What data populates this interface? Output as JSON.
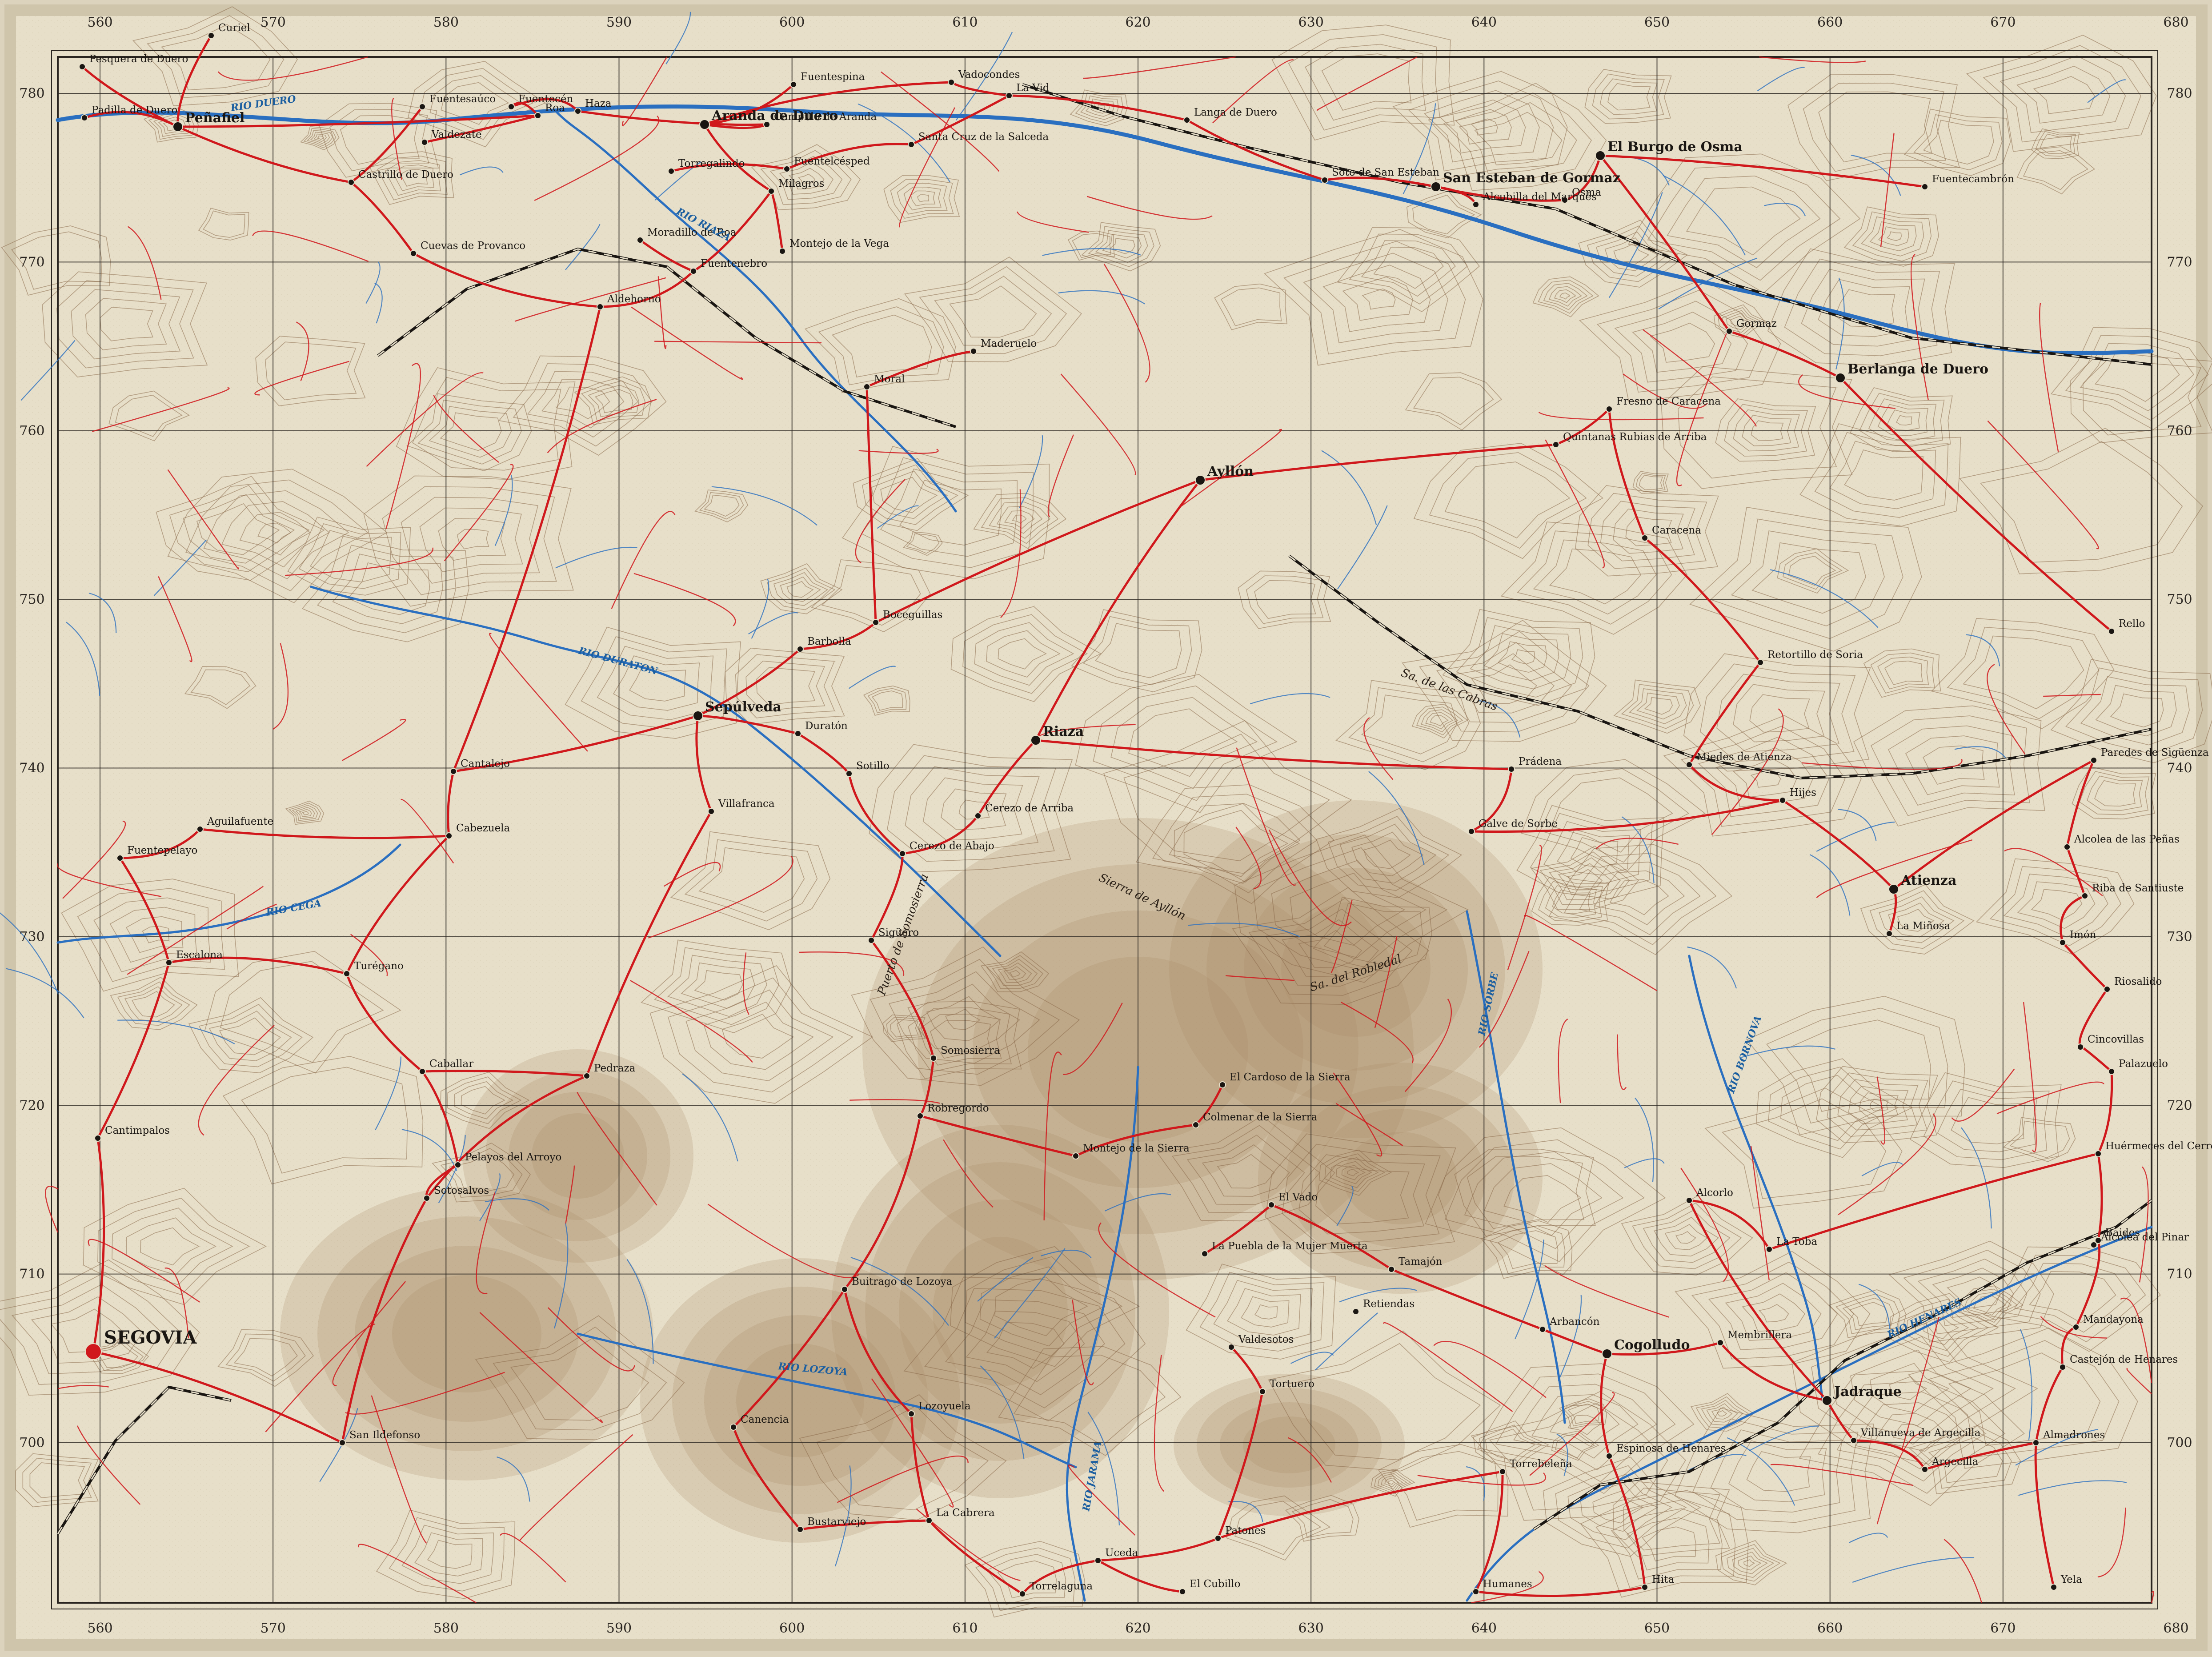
{
  "map": {
    "colors": {
      "paper": "#e7dfc9",
      "paper_edge": "#cfc5ab",
      "grid": "#2a2520",
      "road": "#d0181c",
      "river": "#2a6fc0",
      "contour": "#8a6a4a",
      "relief": "#a88763",
      "railway": "#1a1612",
      "text": "#1a1612"
    },
    "x_ticks": [
      "560",
      "570",
      "580",
      "590",
      "600",
      "610",
      "620",
      "630",
      "640",
      "650",
      "660",
      "670",
      "680"
    ],
    "y_ticks": [
      "780",
      "770",
      "760",
      "750",
      "740",
      "730",
      "720",
      "710",
      "700"
    ],
    "towns": [
      {
        "id": "segovia",
        "name": "SEGOVIA",
        "cls": "capital"
      },
      {
        "id": "penafiel",
        "name": "Peñafiel",
        "cls": "major"
      },
      {
        "id": "aranda",
        "name": "Aranda de Duero",
        "cls": "major"
      },
      {
        "id": "burgo",
        "name": "El Burgo de Osma",
        "cls": "major"
      },
      {
        "id": "sanesteban",
        "name": "San Esteban de Gormaz",
        "cls": "major"
      },
      {
        "id": "ayllon",
        "name": "Ayllón",
        "cls": "major"
      },
      {
        "id": "sepulveda",
        "name": "Sepúlveda",
        "cls": "major"
      },
      {
        "id": "riaza",
        "name": "Riaza",
        "cls": "major"
      },
      {
        "id": "atienza",
        "name": "Atienza",
        "cls": "major"
      },
      {
        "id": "cogolludo",
        "name": "Cogolludo",
        "cls": "major"
      },
      {
        "id": "jadraque",
        "name": "Jadraque",
        "cls": "major"
      },
      {
        "id": "berlanga",
        "name": "Berlanga de Duero",
        "cls": "major"
      },
      {
        "id": "langa",
        "name": "Langa de Duero"
      },
      {
        "id": "lavid",
        "name": "La Vid"
      },
      {
        "id": "roa",
        "name": "Roa"
      },
      {
        "id": "curiel",
        "name": "Curiel"
      },
      {
        "id": "pesquera",
        "name": "Pesquera de Duero"
      },
      {
        "id": "padilla",
        "name": "Padilla de Duero"
      },
      {
        "id": "castrillo",
        "name": "Castrillo de Duero"
      },
      {
        "id": "cuevas",
        "name": "Cuevas de Provanco"
      },
      {
        "id": "fuentesauco",
        "name": "Fuentesaúco"
      },
      {
        "id": "fuentecen",
        "name": "Fuentecén"
      },
      {
        "id": "haza",
        "name": "Haza"
      },
      {
        "id": "campillo",
        "name": "Campillo de Aranda"
      },
      {
        "id": "milagros",
        "name": "Milagros"
      },
      {
        "id": "torregalindo",
        "name": "Torregalindo"
      },
      {
        "id": "fuentelcesped",
        "name": "Fuentelcésped"
      },
      {
        "id": "santacruz",
        "name": "Santa Cruz de la Salceda"
      },
      {
        "id": "fuentespina",
        "name": "Fuentespina"
      },
      {
        "id": "vadocondes",
        "name": "Vadocondes"
      },
      {
        "id": "valdezate",
        "name": "Valdezate"
      },
      {
        "id": "montejo",
        "name": "Montejo de la Vega"
      },
      {
        "id": "moradillo",
        "name": "Moradillo de Roa"
      },
      {
        "id": "fuentemizarra",
        "name": "Fuentenebro"
      },
      {
        "id": "aldehorno",
        "name": "Aldehorno"
      },
      {
        "id": "maderuelo",
        "name": "Maderuelo"
      },
      {
        "id": "moral",
        "name": "Moral"
      },
      {
        "id": "alcubilla",
        "name": "Alcubilla del Marqués"
      },
      {
        "id": "soto",
        "name": "Soto de San Esteban"
      },
      {
        "id": "osma",
        "name": "Osma"
      },
      {
        "id": "gormaz",
        "name": "Gormaz"
      },
      {
        "id": "quintanas",
        "name": "Quintanas Rubias de Arriba"
      },
      {
        "id": "fresno",
        "name": "Fresno de Caracena"
      },
      {
        "id": "caracena",
        "name": "Caracena"
      },
      {
        "id": "retortillo",
        "name": "Retortillo de Soria"
      },
      {
        "id": "miedes",
        "name": "Miedes de Atienza"
      },
      {
        "id": "hijes",
        "name": "Hijes"
      },
      {
        "id": "galve",
        "name": "Galve de Sorbe"
      },
      {
        "id": "paredes",
        "name": "Paredes de Sigüenza"
      },
      {
        "id": "alcolea",
        "name": "Alcolea de las Peñas"
      },
      {
        "id": "riba",
        "name": "Riba de Santiuste"
      },
      {
        "id": "imon",
        "name": "Imón"
      },
      {
        "id": "rello",
        "name": "Rello"
      },
      {
        "id": "fuentelcarro",
        "name": "Fuentecambrón"
      },
      {
        "id": "cantalejo",
        "name": "Cantalejo"
      },
      {
        "id": "cabezuela",
        "name": "Cabezuela"
      },
      {
        "id": "turegano",
        "name": "Turégano"
      },
      {
        "id": "cuellar",
        "name": "Aguilafuente"
      },
      {
        "id": "fuentepelayo",
        "name": "Fuentepelayo"
      },
      {
        "id": "escalona",
        "name": "Escalona"
      },
      {
        "id": "cantimpalos",
        "name": "Cantimpalos"
      },
      {
        "id": "caballar",
        "name": "Caballar"
      },
      {
        "id": "pedraza",
        "name": "Pedraza"
      },
      {
        "id": "sotosalvos",
        "name": "Sotosalvos"
      },
      {
        "id": "pelayos",
        "name": "Pelayos del Arroyo"
      },
      {
        "id": "sanildefonso",
        "name": "San Ildefonso"
      },
      {
        "id": "riaza2",
        "name": "Villafranca"
      },
      {
        "id": "duraton",
        "name": "Duratón"
      },
      {
        "id": "sotillo",
        "name": "Sotillo"
      },
      {
        "id": "boceguillas",
        "name": "Boceguillas"
      },
      {
        "id": "barbolla",
        "name": "Barbolla"
      },
      {
        "id": "cerezoabajo",
        "name": "Cerezo de Abajo"
      },
      {
        "id": "cerezoarriba",
        "name": "Cerezo de Arriba"
      },
      {
        "id": "siguero",
        "name": "Sigüero"
      },
      {
        "id": "somosierra",
        "name": "Somosierra"
      },
      {
        "id": "robregordo",
        "name": "Robregordo"
      },
      {
        "id": "buitrago",
        "name": "Buitrago de Lozoya"
      },
      {
        "id": "lozoyuela",
        "name": "Lozoyuela"
      },
      {
        "id": "rascafria",
        "name": "Canencia"
      },
      {
        "id": "bustarviejo",
        "name": "Bustarviejo"
      },
      {
        "id": "torrelaguna",
        "name": "Torrelaguna"
      },
      {
        "id": "lacabrera",
        "name": "La Cabrera"
      },
      {
        "id": "elvado",
        "name": "El Vado"
      },
      {
        "id": "tamajon",
        "name": "Tamajón"
      },
      {
        "id": "retiendas",
        "name": "Retiendas"
      },
      {
        "id": "valdesotos",
        "name": "Valdesotos"
      },
      {
        "id": "tortuero",
        "name": "Tortuero"
      },
      {
        "id": "puebla",
        "name": "La Puebla de la Mujer Muerta"
      },
      {
        "id": "cardoso",
        "name": "El Cardoso de la Sierra"
      },
      {
        "id": "colmenar",
        "name": "Colmenar de la Sierra"
      },
      {
        "id": "montejosierra",
        "name": "Montejo de la Sierra"
      },
      {
        "id": "prado",
        "name": "Prádena"
      },
      {
        "id": "arbancon",
        "name": "Arbancón"
      },
      {
        "id": "alcolea2",
        "name": "Alcolea del Pinar"
      },
      {
        "id": "humanes",
        "name": "Humanes"
      },
      {
        "id": "hita",
        "name": "Hita"
      },
      {
        "id": "torija",
        "name": "Torrebeleña"
      },
      {
        "id": "espinosa",
        "name": "Espinosa de Henares"
      },
      {
        "id": "uceda",
        "name": "Uceda"
      },
      {
        "id": "elcubillo",
        "name": "El Cubillo"
      },
      {
        "id": "patones",
        "name": "Patones"
      },
      {
        "id": "mandayona",
        "name": "Mandayona"
      },
      {
        "id": "castejon",
        "name": "Castejón de Henares"
      },
      {
        "id": "almadrones",
        "name": "Almadrones"
      },
      {
        "id": "argecilla",
        "name": "Argecilla"
      },
      {
        "id": "yela",
        "name": "Yela"
      },
      {
        "id": "latoba",
        "name": "La Toba"
      },
      {
        "id": "baides",
        "name": "Baides"
      },
      {
        "id": "huermeces",
        "name": "Huérmeces del Cerro"
      },
      {
        "id": "palazuelo",
        "name": "Palazuelo"
      },
      {
        "id": "cincovillas",
        "name": "Cincovillas"
      },
      {
        "id": "riosalido",
        "name": "Riosalido"
      },
      {
        "id": "membrillera",
        "name": "Membrillera"
      },
      {
        "id": "villanueva",
        "name": "Villanueva de Argecilla"
      },
      {
        "id": "alcorlo",
        "name": "Alcorlo"
      },
      {
        "id": "cabrerac",
        "name": "La Miñosa"
      }
    ],
    "rivers": [
      {
        "id": "duero",
        "name": "RIO DUERO"
      },
      {
        "id": "riaza-r",
        "name": "RIO RIAZA"
      },
      {
        "id": "duraton-r",
        "name": "RIO DURATON"
      },
      {
        "id": "jarama",
        "name": "RIO JARAMA"
      },
      {
        "id": "lozoya",
        "name": "RIO LOZOYA"
      },
      {
        "id": "henares",
        "name": "RIO HENARES"
      },
      {
        "id": "sorbe",
        "name": "RIO SORBE"
      },
      {
        "id": "bornova",
        "name": "RIO BORNOVA"
      },
      {
        "id": "cega",
        "name": "RIO CEGA"
      }
    ],
    "ranges": [
      {
        "id": "ayllon-range",
        "name": "Sierra de Ayllón"
      },
      {
        "id": "somosierra-range",
        "name": "Puerto de Somosierra"
      },
      {
        "id": "robledal",
        "name": "Sa. del Robledal"
      },
      {
        "id": "cabreras",
        "name": "Sa. de las Cabras"
      }
    ]
  }
}
